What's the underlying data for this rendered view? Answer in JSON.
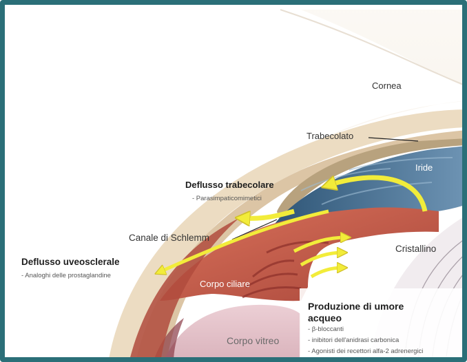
{
  "labels": {
    "cornea": "Cornea",
    "trabecolato": "Trabecolato",
    "iride": "Iride",
    "cristallino": "Cristallino",
    "canale_schlemm": "Canale di Schlemm",
    "corpo_ciliare": "Corpo ciliare",
    "corpo_vitreo": "Corpo vitreo"
  },
  "trabecular": {
    "title": "Deflusso trabecolare",
    "drug": "- Parasimpaticomimetici"
  },
  "uveoscleral": {
    "title": "Deflusso uveosclerale",
    "drug": "- Analoghi delle prostaglandine"
  },
  "production": {
    "title_line1": "Produzione di umore",
    "title_line2": "acqueo",
    "drugs": [
      "- β-bloccanti",
      "- inibitori dell'anidrasi carbonica",
      "- Agonisti dei recettori alfa-2 adrenergici"
    ]
  },
  "colors": {
    "frame": "#2b6f78",
    "arrow": "#f2ec3a",
    "iris": "#3e6f95",
    "ciliary": "#c05a45",
    "sclera": "#e9dcc5"
  }
}
